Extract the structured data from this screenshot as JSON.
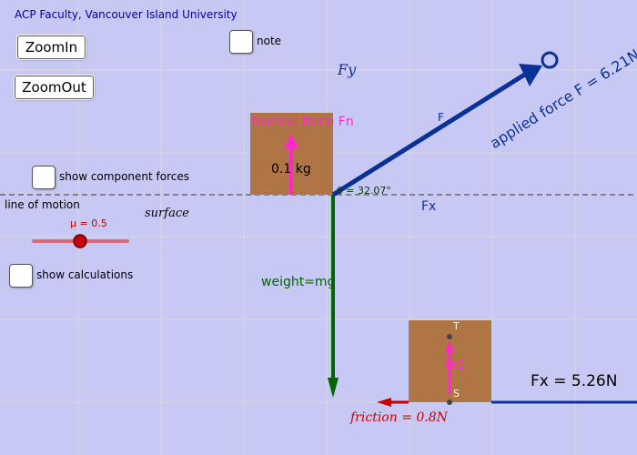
{
  "credit": "ACP Faculty, Vancouver Island University",
  "buttons": {
    "zoom_in": "ZoomIn",
    "zoom_out": "ZoomOut"
  },
  "checkboxes": {
    "note": "note",
    "show_component_forces": "show component forces",
    "show_calculations": "show calculations"
  },
  "labels": {
    "line_of_motion": "line of motion",
    "surface": "surface",
    "fy": "Fy",
    "fx": "Fx",
    "f": "F",
    "angle": "θ = 32.07°",
    "applied_force": "applied force F = 6.21N",
    "normal_force": "Normal force Fn",
    "mass": "0.1 kg",
    "weight": "weight=mg",
    "fn2": "Fn2",
    "point_t": "T",
    "point_s": "S",
    "friction": "friction = 0.8N",
    "fx_value": "Fx = 5.26N"
  },
  "slider": {
    "label": "μ = 0.5",
    "value": 0.5
  },
  "colors": {
    "background": "#c8c8f4",
    "grid": "#d8d8d8",
    "block": "#b07545",
    "applied_force": "#0a3296",
    "weight": "#006400",
    "normal": "#ff28c8",
    "friction": "#c80000",
    "credit": "#0000a0",
    "slider_track": "#d86a7a",
    "slider_knob": "#c80000"
  },
  "icons": {
    "slider_knob": "circle-knob-icon",
    "handle": "ring-handle-icon"
  }
}
